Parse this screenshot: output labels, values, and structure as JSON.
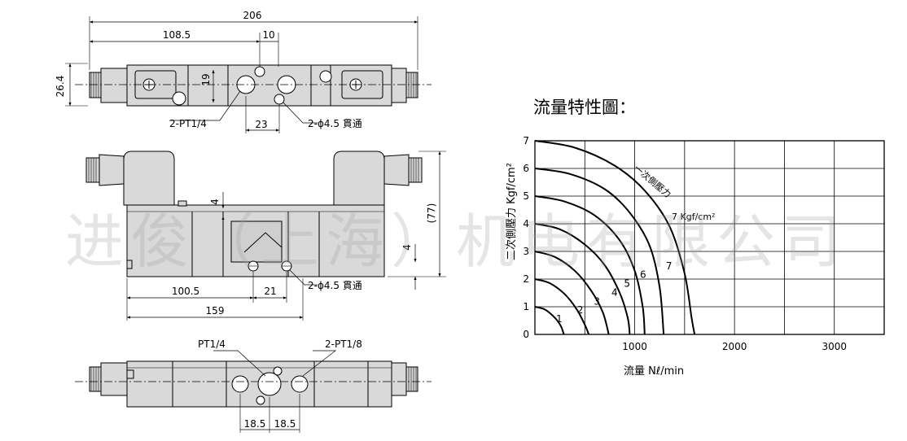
{
  "dims": {
    "top": {
      "overall": "206",
      "left": "108.5",
      "gap": "10",
      "height": "26.4",
      "side": "19",
      "port_spacing": "23",
      "port_label": "2-PT1/4",
      "hole_label": "2-ϕ4.5 貫通"
    },
    "front": {
      "notch": "4",
      "height": "(77)",
      "foot": "4",
      "left": "100.5",
      "mid": "21",
      "overall": "159",
      "hole_label": "2-ϕ4.5 貫通"
    },
    "bottom": {
      "port_label": "PT1/4",
      "pilot_label": "2-PT1/8",
      "left": "18.5",
      "right": "18.5"
    }
  },
  "watermark": "进俊（上海）机电有限公司",
  "chart_data": {
    "type": "line",
    "title": "流量特性圖：",
    "xlabel": "流量 Nℓ/min",
    "ylabel": "二次側壓力 Kgf/cm²",
    "xlim": [
      0,
      3500
    ],
    "ylim": [
      0,
      7
    ],
    "xticks": [
      "1000",
      "2000",
      "3000"
    ],
    "yticks": [
      "0",
      "1",
      "2",
      "3",
      "4",
      "5",
      "6",
      "7"
    ],
    "grid": true,
    "annotations": {
      "primary": "一次側壓力",
      "unit": "7 Kgf/cm²"
    },
    "series": [
      {
        "name": "1",
        "values": [
          [
            0,
            1
          ],
          [
            100,
            0.9
          ],
          [
            200,
            0.6
          ],
          [
            260,
            0.3
          ],
          [
            290,
            0
          ]
        ]
      },
      {
        "name": "2",
        "values": [
          [
            0,
            2
          ],
          [
            150,
            1.85
          ],
          [
            300,
            1.45
          ],
          [
            420,
            0.9
          ],
          [
            500,
            0.35
          ],
          [
            540,
            0
          ]
        ]
      },
      {
        "name": "3",
        "values": [
          [
            0,
            3
          ],
          [
            200,
            2.8
          ],
          [
            400,
            2.3
          ],
          [
            560,
            1.6
          ],
          [
            680,
            0.8
          ],
          [
            740,
            0
          ]
        ]
      },
      {
        "name": "4",
        "values": [
          [
            0,
            4
          ],
          [
            250,
            3.8
          ],
          [
            500,
            3.25
          ],
          [
            700,
            2.5
          ],
          [
            850,
            1.5
          ],
          [
            930,
            0.6
          ],
          [
            950,
            0
          ]
        ]
      },
      {
        "name": "5",
        "values": [
          [
            0,
            5
          ],
          [
            300,
            4.8
          ],
          [
            600,
            4.3
          ],
          [
            850,
            3.4
          ],
          [
            1000,
            2.3
          ],
          [
            1080,
            1.0
          ],
          [
            1100,
            0
          ]
        ]
      },
      {
        "name": "6",
        "values": [
          [
            0,
            6
          ],
          [
            350,
            5.8
          ],
          [
            700,
            5.25
          ],
          [
            950,
            4.4
          ],
          [
            1150,
            3.2
          ],
          [
            1250,
            1.7
          ],
          [
            1290,
            0
          ]
        ]
      },
      {
        "name": "7",
        "values": [
          [
            0,
            7
          ],
          [
            400,
            6.75
          ],
          [
            800,
            6.1
          ],
          [
            1100,
            5.2
          ],
          [
            1350,
            3.9
          ],
          [
            1500,
            2.2
          ],
          [
            1570,
            0.6
          ],
          [
            1600,
            0
          ]
        ]
      }
    ]
  }
}
